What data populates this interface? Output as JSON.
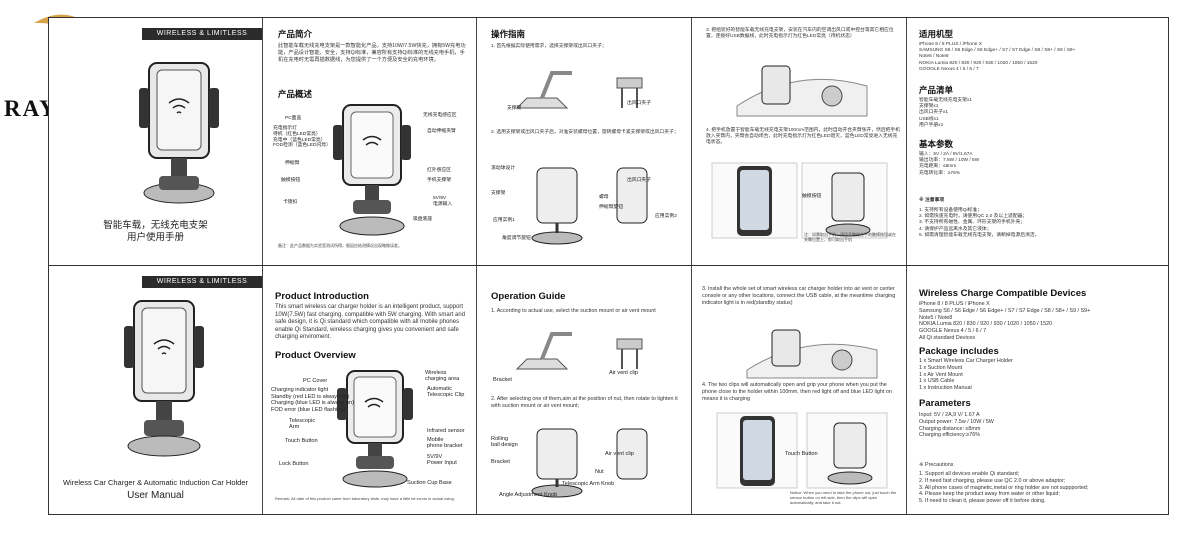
{
  "brand": {
    "logo_text": "RAYPODO"
  },
  "cn": {
    "band": "WIRELESS & LIMITLESS",
    "cover_title_line1": "智能车载，无线充电支架",
    "cover_title_line2": "用户使用手册",
    "intro_title": "产品简介",
    "intro_text": "此智能车载无线充电支架是一款智能化产品，支持10W/7.5W快充，拥有5W充电功能，产品设计智能、安全，支持Qi标准，兼容所有支持Qi标准的无线充电手机，手机在充电时无需再插数据线，为您提供了一个方便及安全的充电环境。",
    "overview_title": "产品概述",
    "overview_labels": {
      "pc_cover": "PC面盖",
      "indicator": "充电指示灯",
      "indicator_note": "待机（红色LED常亮）\n充电中（蓝色LED常亮）\nFOD检测（蓝色LED闪烁）",
      "arm": "伸缩臂",
      "touch": "触摸按钮",
      "lock": "卡锁扣",
      "wireless_area": "无线充电感应区",
      "auto_clip": "自动伸缩夹臂",
      "ir": "红外感应区",
      "bracket": "手机支撑架",
      "power": "5V/9V",
      "power2": "电源输入",
      "suction": "吸盘底座"
    },
    "overview_note": "备注：此产品数据为实验室测试所得，细因应结测情况出现略微误差。",
    "op_title": "操作指南",
    "op_step1": "1. 首先根据实际使用需求，选择支撑架或出风口夹子；",
    "op_label_bracket": "支撑架",
    "op_label_vent": "出风口夹子",
    "op_step2": "2. 选用支撑架或出风口夹子后，对准安装螺母位置，旋转螺母卡紧支撑架或出风口夹子；",
    "op_labels2": {
      "rolling": "滚动球设计",
      "bracket": "支撑架",
      "vent": "出风口夹子",
      "nut": "螺母",
      "knob": "伸缩臂旋钮",
      "knob2": "角度调节旋钮",
      "opt1": "应用实例1",
      "opt2": "应用实例2"
    },
    "step3": "3. 把组装好的智能车载无线充电支架，安装在汽车内的空调出风口或中控台等其它相应位置，连接好USB数据线，此时充电指示灯为红色LED常亮（待机状态）",
    "step4": "4. 把手机放置于智能车载无线充电支架100mm范围内，此时自动开合夹臂张开，然后把手机放入夹臂内，夹臂会自动闭合，此时充电指示灯为红色LED熄灭，蓝色LED常亮进入无线充电状态。",
    "touch_label": "触摸按钮",
    "step4_note": "注：如需取出手机，请用手触碰左手的触摸按钮或在夹臂位置上，即可取出手机",
    "compat_title": "适用机型",
    "compat_lines": [
      "iPhone 8 / 8 PLUS / iPhone X",
      "SAMSUNG S6 / S6 Edge / S6 Edge+ / S7 / S7 Edge / S8 / S8+ / S9 / S9+",
      "Note5 / Note8",
      "NOKIA Lumia 820 / 830 / 920 / 930 / 1020 / 1050 / 1520",
      "GOOGLE Nexus 4 / 5 / 6 / 7"
    ],
    "package_title": "产品清单",
    "package_lines": [
      "智能车载无线充电支架x1",
      "支撑架x1",
      "出风口夹子x1",
      "USB线x1",
      "用户手册x1"
    ],
    "params_title": "基本参数",
    "params_lines": [
      "输入：5V / 2A / 9V/1.67A",
      "输出功率：7.5W / 10W / 5W",
      "充电距离：≤8mm",
      "充电转化率：≥76%"
    ],
    "precautions_title": "※ 注意事项",
    "precautions_lines": [
      "1. 支持所有设备使用Qi标准；",
      "2. 如需快速充电时，请使用QC 2.0 及以上适配器；",
      "3. 不支持所有磁性、金属、环形支架的手机外壳；",
      "4. 请保护产品远离水及其它液体；",
      "5. 如需清理智能车载无线充电支架，请断掉电源后清洁。"
    ]
  },
  "en": {
    "band": "WIRELESS & LIMITLESS",
    "cover_title": "Wireless Car Charger & Automatic Induction Car Holder",
    "cover_sub": "User Manual",
    "intro_title": "Product Introduction",
    "intro_text": "This smart wireless car charger holder is an intelligent product, support 10W(7.5W) fast charging, compatible with 5W charging. With smart and safe design, it is Qi standard which compatible with all mobile phones enable Qi Standard, wireless charging gives you convenient and safe charging enviroment.",
    "overview_title": "Product Overview",
    "overview_labels": {
      "pc_cover": "PC Cover",
      "indicator": "Charging indicator light",
      "indicator_note": "Standby (red LED is always on)\nCharging (blue LED is always on)\nFOD error (blue LED flashing)",
      "arm": "Telescopic\nArm",
      "touch": "Touch Button",
      "lock": "Lock Button",
      "wireless_area": "Wireless\ncharging area",
      "auto_clip": "Automatic\nTelescopic Clip",
      "ir": "Infrared sensor",
      "bracket": "Mobile\nphone bracket",
      "power": "5V/9V\nPower Input",
      "suction": "Suction Cup Base"
    },
    "overview_note": "Remark: All date of this product came from laboratory tests, may have a little bit errors in actual using.",
    "op_title": "Operation Guide",
    "op_step1": "1. According to actual use, select the suction mount or air vent mount",
    "op_label_bracket": "Bracket",
    "op_label_vent": "Air vent clip",
    "op_step2": "2. After selecting one of them,aim at the position of nut, then rotate to tighten it with suction mount or air vent mount;",
    "op_labels2": {
      "rolling": "Rolling\nball design",
      "bracket": "Bracket",
      "vent": "Air vent clip",
      "nut": "Nut",
      "knob": "Telescopic Arm Knob",
      "knob2": "Angle Adjustment Knob"
    },
    "step3": "3. Install the whole set of smart wireless car charger holder into air vent or center console or any other locations, connect the USB cable, at the meantime charging indicator light is in red(standby status)",
    "step4": "4. The two clips will automatically open and grip your phone when you put the phone close to the holder within 100mm, then red light off and blue LED light on means it is charging",
    "touch_label": "Touch Button",
    "step4_note": "Notice: When you need to take the phone out, just touch the sensor button on left side, then the clips will open automatically, and take it out.",
    "compat_title": "Wireless Charge Compatible Devices",
    "compat_lines": [
      "iPhone 8 / 8 PLUS / iPhone X",
      "Samsung S6 / S6 Edge / S6 Edge+ / S7 / S7 Edge / S8 / S8+ / S9 / S9+",
      "Note5 / Note8",
      "NOKIA Lumia 820 / 830 / 920 / 930 / 1020 / 1050 / 1520",
      "GOOGLE Nexus 4 / 5 / 6 / 7",
      "All Qi standard Devices"
    ],
    "package_title": "Package includes",
    "package_lines": [
      "1 x Smart Wireless Car Charger Holder",
      "1 x Suction Mount",
      "1 x Air Vent Mount",
      "1 x USB Cable",
      "1 x Instruction Manual"
    ],
    "params_title": "Parameters",
    "params_lines": [
      "Input: 5V / 2A,9 V/ 1.67 A",
      "Output power: 7.5w / 10W / 5W",
      "Charging distance: ≤8mm",
      "Charging efficiency:≥76%"
    ],
    "precautions_title": "※ Precautions",
    "precautions_lines": [
      "1. Support all devices enable Qi standard;",
      "2. If need fast charging, please use QC 2.0 or above adaptor;",
      "3. All phone cases of magnetic,metal or ring holder are not suppported;",
      "4. Please keep the product away from water or other liquid;",
      "5. If need to clean it, please power off it before doing."
    ]
  },
  "colors": {
    "band": "#2b2b2b",
    "logo_gold": "#d8a24a",
    "logo_red": "#c0392b",
    "led": "#e33"
  },
  "icons": [
    "wireless-charging-icon"
  ]
}
